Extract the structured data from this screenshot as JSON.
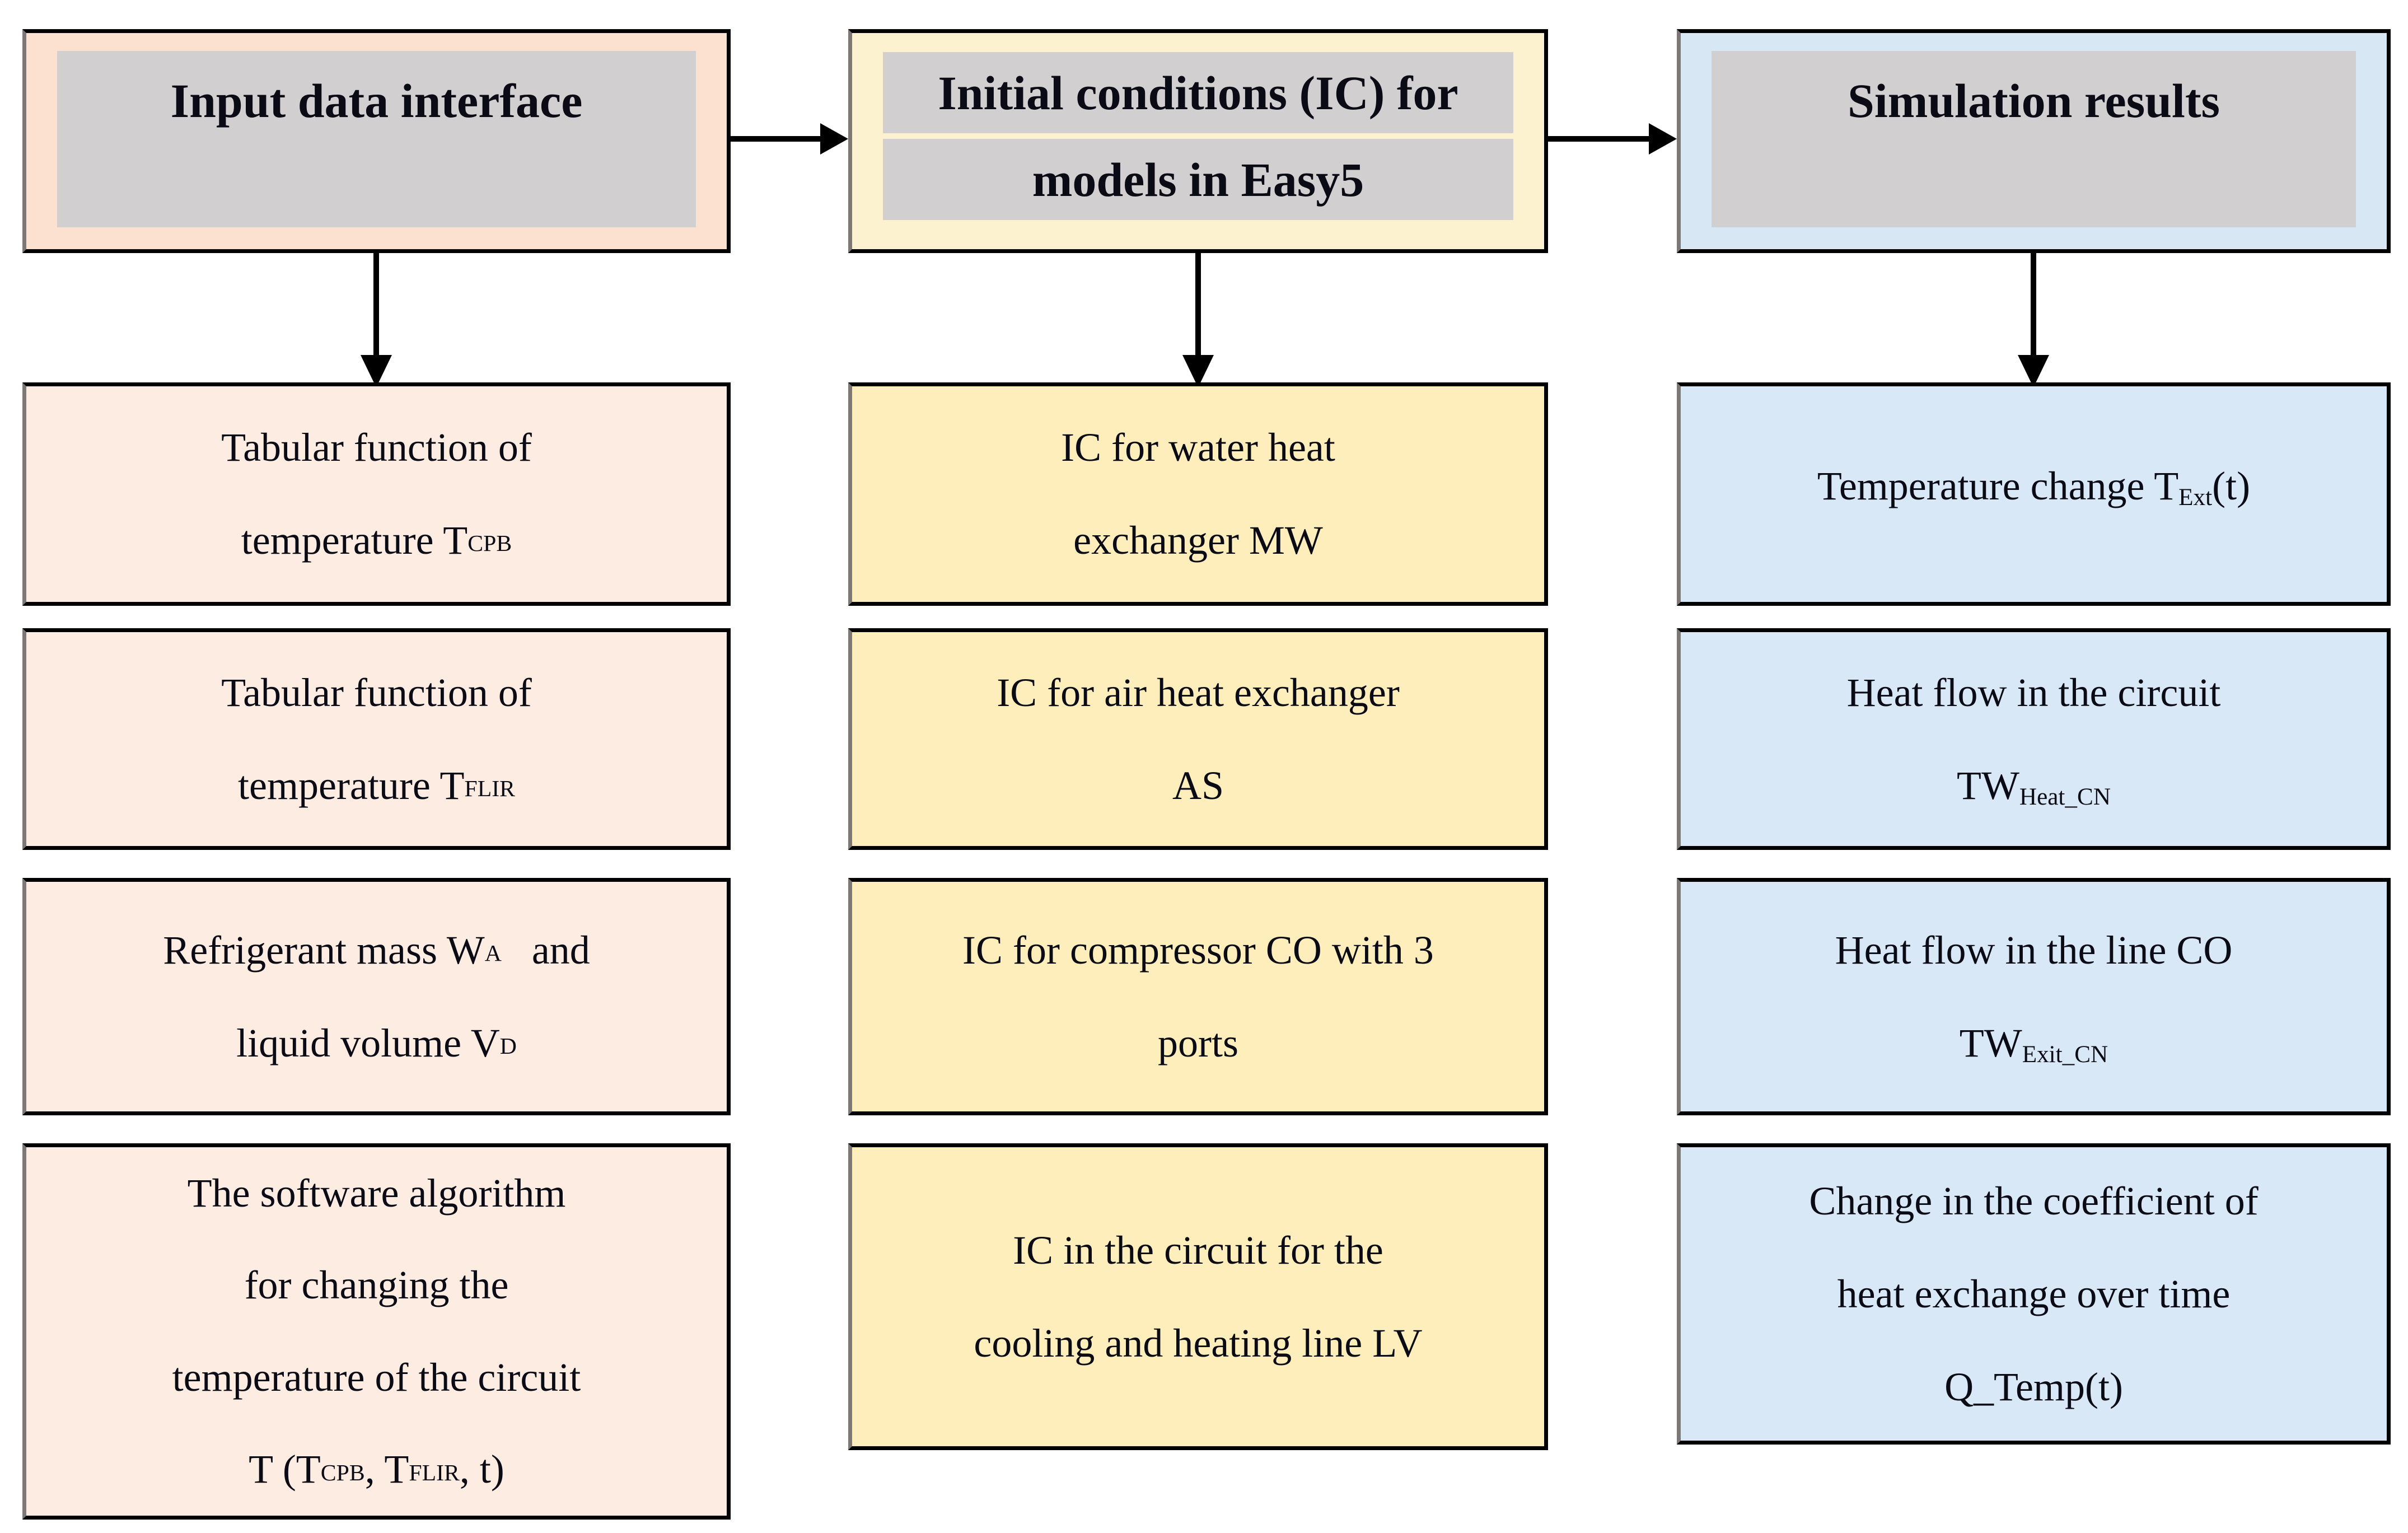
{
  "colors": {
    "left_header": "#fce0d0",
    "left_body": "#fdece1",
    "mid_header": "#fdf2d0",
    "mid_body": "#fdeebb",
    "right_header": "#d7e7f4",
    "right_body": "#d9e8f6",
    "graybar": "#d1cfcf",
    "ink": "#0b0b16",
    "border": "#000000",
    "shadow": "#7d7875"
  },
  "columns": [
    {
      "id": "input-data",
      "header": {
        "lines": [
          [
            {
              "t": "Input data interface"
            }
          ]
        ]
      },
      "boxes": [
        {
          "lines": [
            [
              {
                "t": "Tabular function of"
              }
            ],
            [
              {
                "t": "temperature T"
              },
              {
                "t": "CPB",
                "s": 1
              }
            ]
          ]
        },
        {
          "lines": [
            [
              {
                "t": "Tabular function of"
              }
            ],
            [
              {
                "t": "temperature T"
              },
              {
                "t": "FLIR",
                "s": 1
              }
            ]
          ]
        },
        {
          "lines": [
            [
              {
                "t": "Refrigerant mass W"
              },
              {
                "t": "A",
                "s": 1
              },
              {
                "t": "   and"
              }
            ],
            [
              {
                "t": "liquid volume V"
              },
              {
                "t": "D",
                "s": 1
              }
            ]
          ]
        },
        {
          "lines": [
            [
              {
                "t": "The software algorithm"
              }
            ],
            [
              {
                "t": "for changing the"
              }
            ],
            [
              {
                "t": "temperature of the circuit"
              }
            ],
            [
              {
                "t": "T (T"
              },
              {
                "t": "CPB",
                "s": 1
              },
              {
                "t": ", T"
              },
              {
                "t": "FLIR",
                "s": 1
              },
              {
                "t": ", t)"
              }
            ]
          ]
        }
      ]
    },
    {
      "id": "initial-conditions",
      "header": {
        "bar1": [
          {
            "t": "Initial conditions (IC) for"
          }
        ],
        "bar2": [
          {
            "t": "models in Easy5"
          }
        ]
      },
      "boxes": [
        {
          "lines": [
            [
              {
                "t": "IC for water heat"
              }
            ],
            [
              {
                "t": "exchanger MW"
              }
            ]
          ]
        },
        {
          "lines": [
            [
              {
                "t": "IC for air heat exchanger"
              }
            ],
            [
              {
                "t": "AS"
              }
            ]
          ]
        },
        {
          "lines": [
            [
              {
                "t": "IC for compressor CO with 3"
              }
            ],
            [
              {
                "t": "ports"
              }
            ]
          ]
        },
        {
          "lines": [
            [
              {
                "t": "IC in the circuit for the"
              }
            ],
            [
              {
                "t": "cooling and heating line LV"
              }
            ]
          ]
        }
      ]
    },
    {
      "id": "simulation-results",
      "header": {
        "lines": [
          [
            {
              "t": "Simulation results"
            }
          ]
        ]
      },
      "boxes": [
        {
          "lines": [
            [
              {
                "t": "Temperature change T"
              },
              {
                "t": "Ext",
                "s": 2
              },
              {
                "t": "(t)"
              }
            ]
          ]
        },
        {
          "lines": [
            [
              {
                "t": "Heat flow in the circuit"
              }
            ],
            [
              {
                "t": "TW"
              },
              {
                "t": "Heat_CN",
                "s": 2
              }
            ]
          ]
        },
        {
          "lines": [
            [
              {
                "t": "Heat flow in the line CO"
              }
            ],
            [
              {
                "t": "TW"
              },
              {
                "t": "Exit_CN",
                "s": 2
              }
            ]
          ]
        },
        {
          "lines": [
            [
              {
                "t": "Change in the coefficient of"
              }
            ],
            [
              {
                "t": "heat exchange over time"
              }
            ],
            [
              {
                "t": "Q_Temp(t)"
              }
            ]
          ]
        }
      ]
    }
  ]
}
